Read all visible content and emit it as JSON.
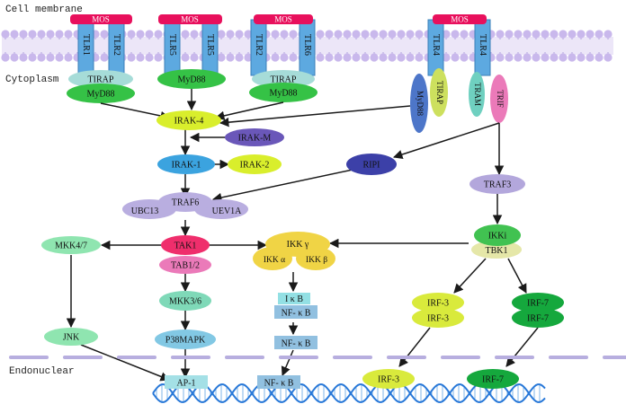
{
  "regions": {
    "cell_membrane": "Cell membrane",
    "cytoplasm": "Cytoplasm",
    "endonuclear": "Endonuclear"
  },
  "caps": {
    "mos1": "MOS",
    "mos2": "MOS",
    "mos3": "MOS",
    "mos4": "MOS"
  },
  "receptors": {
    "tlr1": "TLR1",
    "tlr2a": "TLR2",
    "tlr5a": "TLR5",
    "tlr5b": "TLR5",
    "tlr2b": "TLR2",
    "tlr6": "TLR6",
    "tlr4a": "TLR4",
    "tlr4b": "TLR4"
  },
  "adaptors": {
    "tirap1": "TIRAP",
    "myd88_1": "MyD88",
    "myd88_2": "MyD88",
    "tirap2": "TIRAP",
    "myd88_3": "MyD88",
    "myd88_v": "MyD88",
    "tirap_v": "TIRAP",
    "tram_v": "TRAM",
    "trif_v": "TRIF"
  },
  "nodes": {
    "irak4": "IRAK-4",
    "irakm": "IRAK-M",
    "irak1": "IRAK-1",
    "irak2": "IRAK-2",
    "rip1": "RIPI",
    "traf3": "TRAF3",
    "traf6": "TRAF6",
    "ubc13": "UBC13",
    "uev1a": "UEV1A",
    "mkk47": "MKK4/7",
    "tak1": "TAK1",
    "tab12": "TAB1/2",
    "ikkg": "IKK γ",
    "ikka": "IKK α",
    "ikkb": "IKK β",
    "ikki": "IKKi",
    "tbk1": "TBK1",
    "ikb": "I κ B",
    "nfkb1": "NF- κ B",
    "nfkb2": "NF- κ B",
    "nfkb_nuc": "NF- κ B",
    "mkk36": "MKK3/6",
    "p38": "P38MAPK",
    "jnk": "JNK",
    "irf3a": "IRF-3",
    "irf3b": "IRF-3",
    "irf7a": "IRF-7",
    "irf7b": "IRF-7",
    "ap1": "AP-1",
    "irf3_nuc": "IRF-3",
    "irf7_nuc": "IRF-7"
  },
  "colors": {
    "membrane": "#c9b8ec",
    "mos": "#e8105c",
    "tlr": "#5da9e0",
    "tirap": "#a6dcd8",
    "myd88": "#35c246",
    "irak4": "#d9ee2c",
    "irakm": "#6a57b9",
    "irak1": "#3ba3df",
    "irak2": "#d9ee2c",
    "rip1": "#3c40a8",
    "traf3": "#b3a7dc",
    "traf_group": "#b9aee0",
    "mkk47": "#8fe5b0",
    "tak1": "#ef2e6c",
    "tab12": "#eb7ab9",
    "ikk": "#f0d445",
    "ikki": "#41c251",
    "tbk1": "#e5e7a8",
    "nfkb": "#91c0e0",
    "ikb": "#93e0e4",
    "mkk36": "#7fd9b8",
    "p38": "#82c8e4",
    "jnk": "#8fe5b0",
    "irf3": "#d9ea3c",
    "irf7": "#15a83d",
    "ap1": "#a4e0e6",
    "nuclear_line": "#b7aedf",
    "dna": "#2878d8",
    "tram_v": "#6fd0c0",
    "trif_v": "#eb7ab9",
    "tirap_v": "#cde05e",
    "myd88_v": "#4d76c9"
  }
}
